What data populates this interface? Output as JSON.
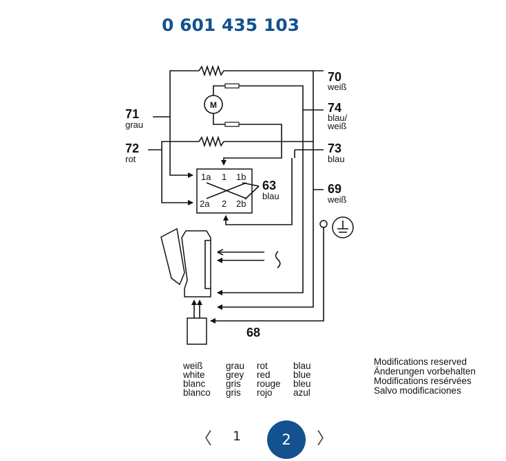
{
  "header": {
    "part_number": "0 601 435 103"
  },
  "labels": [
    {
      "id": "t70",
      "number": "70",
      "color": "weiß",
      "color2": ""
    },
    {
      "id": "t74",
      "number": "74",
      "color": "blau/",
      "color2": "weiß"
    },
    {
      "id": "t73",
      "number": "73",
      "color": "blau",
      "color2": ""
    },
    {
      "id": "t69",
      "number": "69",
      "color": "weiß",
      "color2": ""
    },
    {
      "id": "t71",
      "number": "71",
      "color": "grau",
      "color2": ""
    },
    {
      "id": "t72",
      "number": "72",
      "color": "rot",
      "color2": ""
    },
    {
      "id": "t63",
      "number": "63",
      "color": "blau",
      "color2": ""
    },
    {
      "id": "t68",
      "number": "68",
      "color": "",
      "color2": ""
    }
  ],
  "switch": {
    "top": [
      "1a",
      "1",
      "1b"
    ],
    "bottom": [
      "2a",
      "2",
      "2b"
    ]
  },
  "motor_label": "M",
  "legend": {
    "colors": [
      [
        "weiß",
        "white",
        "blanc",
        "blanco"
      ],
      [
        "grau",
        "grey",
        "gris",
        "gris"
      ],
      [
        "rot",
        "red",
        "rouge",
        "rojo"
      ],
      [
        "blau",
        "blue",
        "bleu",
        "azul"
      ]
    ],
    "notes": [
      "Modifications reserved",
      "Änderungen vorbehalten",
      "Modifications resérvées",
      "Salvo modificaciones"
    ]
  },
  "pagination": {
    "prev": "〈",
    "pages": [
      "1",
      "2"
    ],
    "current": "2",
    "next": "〉"
  }
}
